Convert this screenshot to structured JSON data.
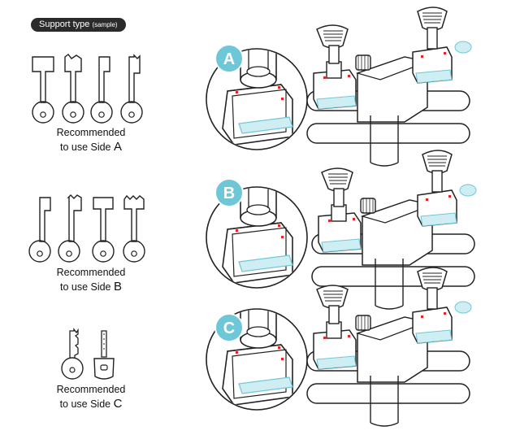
{
  "header": {
    "label": "Support type",
    "sample": "(sample)"
  },
  "sections": [
    {
      "badge": "A",
      "line1": "Recommended",
      "line2_prefix": "to use Side",
      "side": "A"
    },
    {
      "badge": "B",
      "line1": "Recommended",
      "line2_prefix": "to use Side",
      "side": "B"
    },
    {
      "badge": "C",
      "line1": "Recommended",
      "line2_prefix": "to use Side",
      "side": "C"
    }
  ],
  "colors": {
    "badge": "#6ec7d6",
    "highlight": "#cfeef3",
    "marker": "#e0262b",
    "pill": "#2b2b2b"
  }
}
